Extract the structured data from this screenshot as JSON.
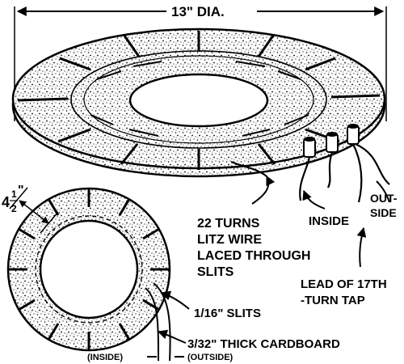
{
  "labels": {
    "diameter": "13\" DIA.",
    "width_whole": "4",
    "width_num": "1",
    "width_den": "2",
    "width_unit": "\"",
    "turns_1": "22 TURNS",
    "turns_2": "LITZ WIRE",
    "turns_3": "LACED THROUGH",
    "turns_4": "SLITS",
    "inside": "INSIDE",
    "outside_1": "OUT-",
    "outside_2": "SIDE",
    "lead_1": "LEAD OF 17TH",
    "lead_2": "-TURN TAP",
    "slits": "1/16\" SLITS",
    "cardboard": "3/32\" THICK CARDBOARD",
    "inside_small": "(INSIDE)",
    "outside_small": "(OUTSIDE)"
  }
}
